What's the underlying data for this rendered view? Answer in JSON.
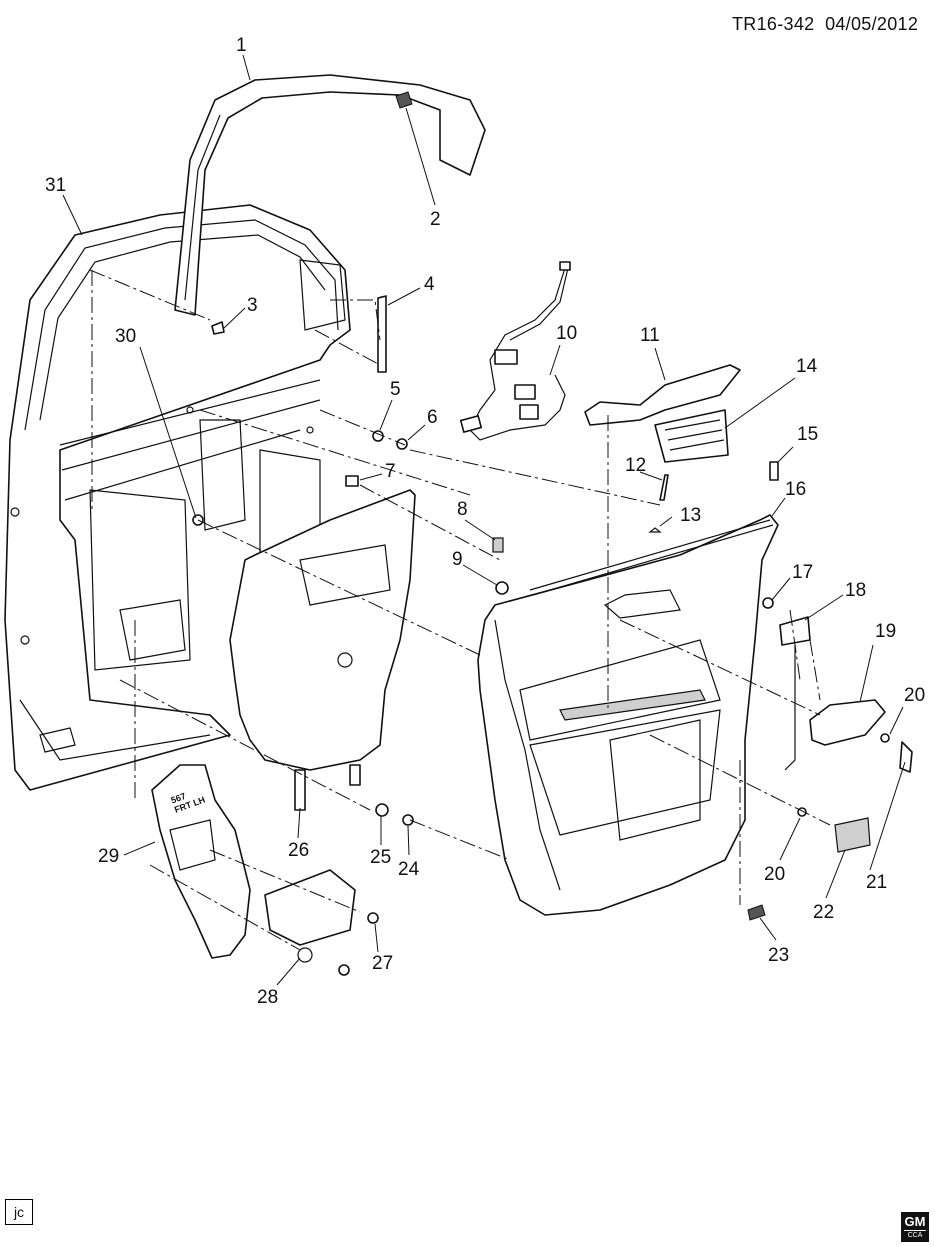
{
  "diagram_id": "TR16-342",
  "diagram_date": "04/05/2012",
  "corner_code": "jc",
  "logo": {
    "brand": "GM",
    "sub": "CCA"
  },
  "label_1": "1",
  "label_2": "2",
  "label_3": "3",
  "label_4": "4",
  "label_5": "5",
  "label_6": "6",
  "label_7": "7",
  "label_8": "8",
  "label_9": "9",
  "label_10": "10",
  "label_11": "11",
  "label_12": "12",
  "label_13": "13",
  "label_14": "14",
  "label_15": "15",
  "label_16": "16",
  "label_17": "17",
  "label_18": "18",
  "label_19": "19",
  "label_20": "20",
  "label_20b": "20",
  "label_21": "21",
  "label_22": "22",
  "label_23": "23",
  "label_24": "24",
  "label_25": "25",
  "label_26": "26",
  "label_27": "27",
  "label_28": "28",
  "label_29": "29",
  "label_30": "30",
  "label_31": "31",
  "part_text_a": "567",
  "part_text_b": "FRT LH"
}
